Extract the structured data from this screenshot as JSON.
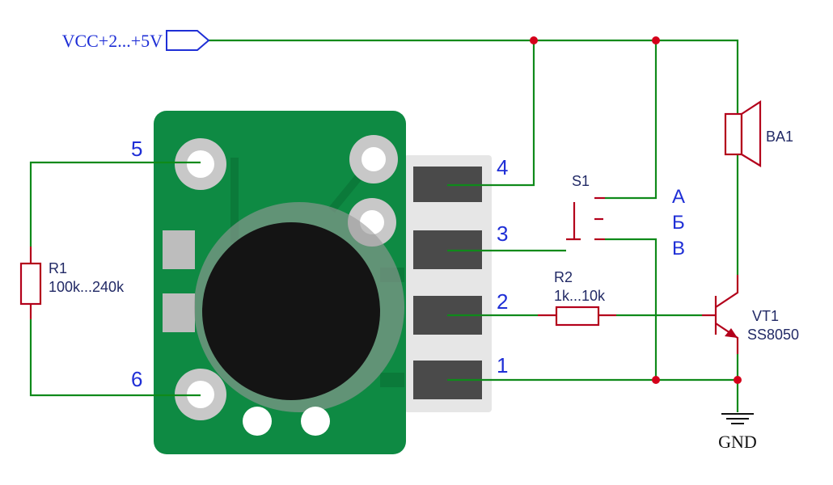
{
  "supply": {
    "label": "VCC+2...+5V"
  },
  "ground": {
    "label": "GND"
  },
  "pins": {
    "p1": "1",
    "p2": "2",
    "p3": "3",
    "p4": "4",
    "p5": "5",
    "p6": "6"
  },
  "r1": {
    "name": "R1",
    "value": "100k...240k"
  },
  "r2": {
    "name": "R2",
    "value": "1k...10k"
  },
  "switch": {
    "name": "S1",
    "pos_a": "А",
    "pos_b": "Б",
    "pos_c": "В"
  },
  "speaker": {
    "name": "BA1"
  },
  "transistor": {
    "name": "VT1",
    "part": "SS8050"
  },
  "colors": {
    "wire": "#0f8a1a",
    "component": "#b3001b",
    "pcb": "#0e8a43",
    "label_blue": "#1f2fd6",
    "label_dark": "#222a66"
  }
}
